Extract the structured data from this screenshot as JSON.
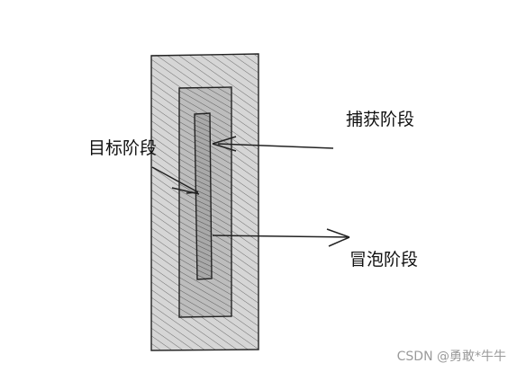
{
  "labels": {
    "target_stage": "目标阶段",
    "capture_stage": "捕获阶段",
    "bubble_stage": "冒泡阶段"
  },
  "watermark": "CSDN @勇敢*牛牛",
  "colors": {
    "outer_fill": "#d6d6d6",
    "middle_fill": "#bdbdbd",
    "inner_fill": "#a9a9a9",
    "stroke": "#222222",
    "hatch": "#6e6e6e"
  }
}
